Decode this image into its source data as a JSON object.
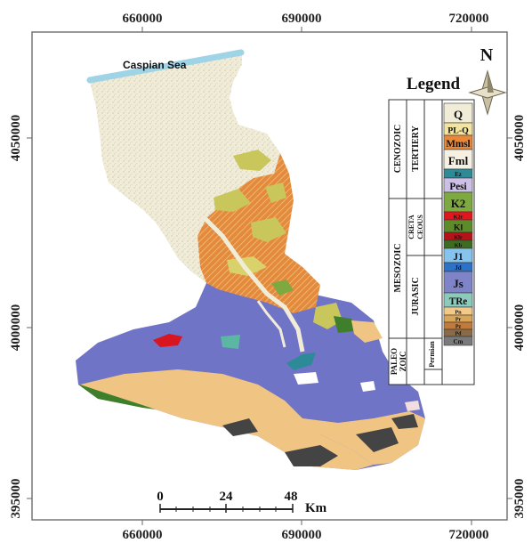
{
  "map": {
    "sea_label": "Caspian Sea",
    "north_label": "N",
    "scale": {
      "ticks": [
        "0",
        "24",
        "48"
      ],
      "unit": "Km"
    },
    "x_ticks": [
      "660000",
      "690000",
      "720000"
    ],
    "y_ticks": [
      "4050000",
      "4000000",
      "395000"
    ]
  },
  "legend": {
    "title": "Legend",
    "eras": [
      {
        "name": "CENOZOIC",
        "periods": [
          {
            "name": "TERTIERY"
          }
        ]
      },
      {
        "name": "MESOZOIC",
        "periods": [
          {
            "name": "CRETA"
          },
          {
            "name": "CEOUS"
          },
          {
            "name": "JURASIC"
          }
        ]
      },
      {
        "name": "PALEO",
        "sub": "ZOIC",
        "periods": [
          {
            "name": "Permian"
          }
        ]
      }
    ],
    "units": [
      {
        "code": "Q",
        "color": "#f1ecd8"
      },
      {
        "code": "PL-Q",
        "color": "#f3e4a2"
      },
      {
        "code": "Mmsl",
        "color": "#e8883b"
      },
      {
        "code": "Fml",
        "color": "#f5f0e2"
      },
      {
        "code": "Ez",
        "color": "#2d8a97"
      },
      {
        "code": "Pesi",
        "color": "#ccc0e6"
      },
      {
        "code": "K2",
        "color": "#7ea840"
      },
      {
        "code": "K2r",
        "color": "#e3161c"
      },
      {
        "code": "Kl",
        "color": "#5e8b2a"
      },
      {
        "code": "Klr",
        "color": "#b5121a"
      },
      {
        "code": "Kb",
        "color": "#3d6b20"
      },
      {
        "code": "J1",
        "color": "#86c3ee"
      },
      {
        "code": "Jd",
        "color": "#2d72c7"
      },
      {
        "code": "Js",
        "color": "#7f84c9"
      },
      {
        "code": "TRe",
        "color": "#8ccabc"
      },
      {
        "code": "Pn",
        "color": "#f3c98a"
      },
      {
        "code": "Pr",
        "color": "#d8a658"
      },
      {
        "code": "Pz",
        "color": "#c27a3a"
      },
      {
        "code": "Pd",
        "color": "#8a6b48"
      },
      {
        "code": "Cm",
        "color": "#7a7a7a"
      }
    ]
  },
  "colors": {
    "sea": "#9fd3e6",
    "quaternary": "#f1ecd8",
    "jurassic_blue": "#6f74c6",
    "tan": "#f0c584",
    "orange_hatch": "#e38a3d",
    "olive": "#c9c65b",
    "dark_gray": "#444444",
    "red": "#d91620",
    "green": "#3f7f2c",
    "teal": "#5bb6a3"
  }
}
